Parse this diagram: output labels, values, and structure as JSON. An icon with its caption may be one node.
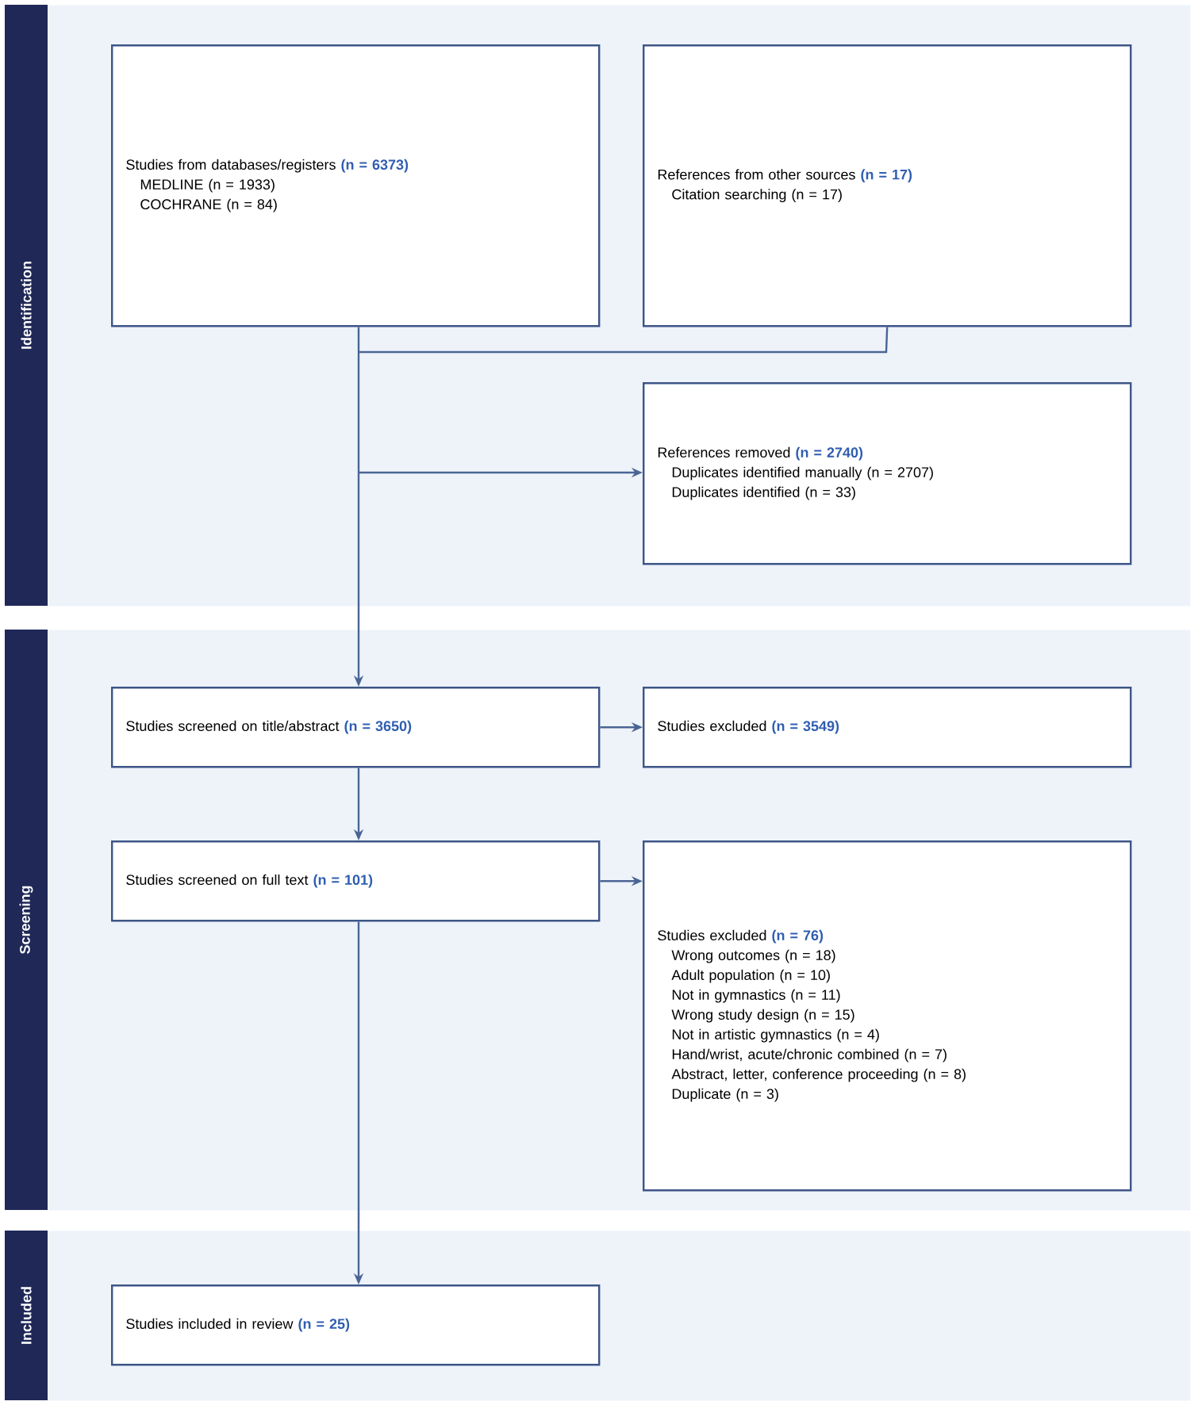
{
  "diagram": {
    "nodes": [
      {
        "text": [
          "Identification"
        ]
      },
      {
        "text": [
          "Studies from databases/registers **(n = 6373)**",
          "MEDLINE (n = 1933)",
          "COCHRANE (n = 84)"
        ],
        "in": 0
      },
      {
        "text": [
          "References from other sources **(n = 17)**",
          "Citation searching (n = 17)"
        ],
        "in": 0
      },
      {
        "text": [
          "References removed **(n = 2740)**",
          "Duplicates identified manually (n = 2707)",
          "Duplicates identified (n = 33)"
        ],
        "in": 0
      },
      {
        "text": [
          "Screening"
        ]
      },
      {
        "text": [
          "Studies screened on title/abstract **(n = 3650)**"
        ],
        "in": 4
      },
      {
        "text": [
          "Studies excluded **(n = 3549)**"
        ],
        "in": 4
      },
      {
        "text": [
          "Studies screened on full text **(n = 101)**"
        ],
        "in": 4
      },
      {
        "text": [
          "Studies excluded **(n = 76)**",
          "Wrong outcomes (n = 18)",
          "Adult population (n = 10)",
          "Not in gymnastics (n = 11)",
          "Wrong study design (n = 15)",
          "Not in artistic gymnastics (n = 4)",
          "Hand/wrist, acute/chronic combined (n = 7)",
          "Abstract, letter, conference proceeding (n = 8)",
          "Duplicate (n = 3)"
        ],
        "in": 4
      },
      {
        "text": [
          "Included"
        ]
      },
      {
        "text": [
          "Studies included in review **(n = 25)**"
        ],
        "in": 9
      }
    ],
    "edges": [
      {
        "from": 1,
        "to": 5,
        "arrow": "to"
      },
      {
        "from": 2,
        "to": 5,
        "arrow": "to"
      },
      {
        "from": 1,
        "to": 3,
        "arrow": "to"
      },
      {
        "from": 2,
        "to": 3,
        "arrow": "to"
      },
      {
        "from": 5,
        "to": 6,
        "arrow": "to"
      },
      {
        "from": 5,
        "to": 7,
        "arrow": "to"
      },
      {
        "from": 7,
        "to": 8,
        "arrow": "to"
      },
      {
        "from": 7,
        "to": 10,
        "arrow": "to"
      }
    ]
  }
}
